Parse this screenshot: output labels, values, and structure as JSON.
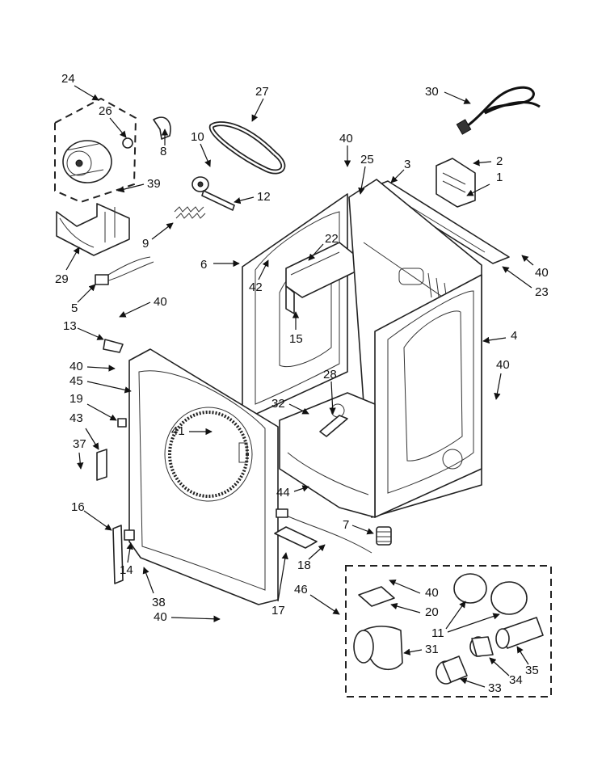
{
  "diagram": {
    "labels": [
      "24",
      "26",
      "8",
      "39",
      "29",
      "5",
      "40",
      "13",
      "27",
      "10",
      "12",
      "9",
      "30",
      "40",
      "25",
      "3",
      "2",
      "1",
      "40",
      "23",
      "6",
      "22",
      "42",
      "15",
      "4",
      "40",
      "45",
      "40",
      "19",
      "43",
      "37",
      "41",
      "28",
      "32",
      "44",
      "7",
      "16",
      "14",
      "38",
      "40",
      "17",
      "18",
      "46",
      "40",
      "20",
      "11",
      "31",
      "35",
      "34",
      "33"
    ]
  }
}
